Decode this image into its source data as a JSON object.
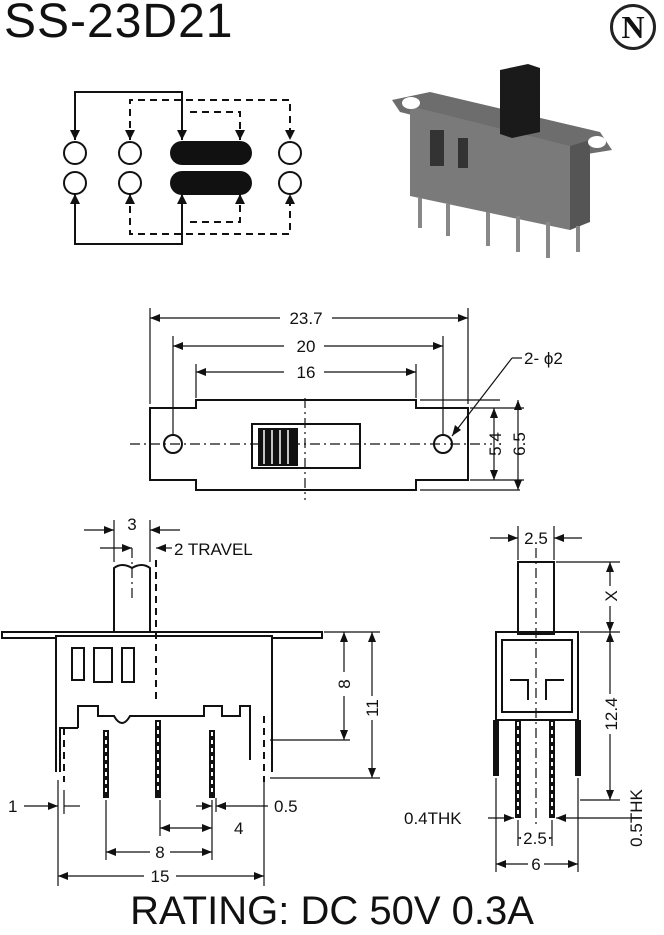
{
  "title": "SS-23D21",
  "logo": "N",
  "rating": "RATING: DC 50V 0.3A",
  "dimensions": {
    "top_w1": "23.7",
    "top_w2": "20",
    "top_w3": "16",
    "hole": "2- ϕ2",
    "h54": "5.4",
    "h65": "6.5",
    "knob3": "3",
    "travel": "2 TRAVEL",
    "h8": "8",
    "h11": "11",
    "pin1": "1",
    "pin05": "0.5",
    "pin4": "4",
    "pin8": "8",
    "pin15": "15",
    "w25a": "2.5",
    "hx": "X",
    "h124": "12.4",
    "thk04": "0.4THK",
    "thk05": "0.5THK",
    "w25b": "2.5",
    "w6": "6"
  }
}
